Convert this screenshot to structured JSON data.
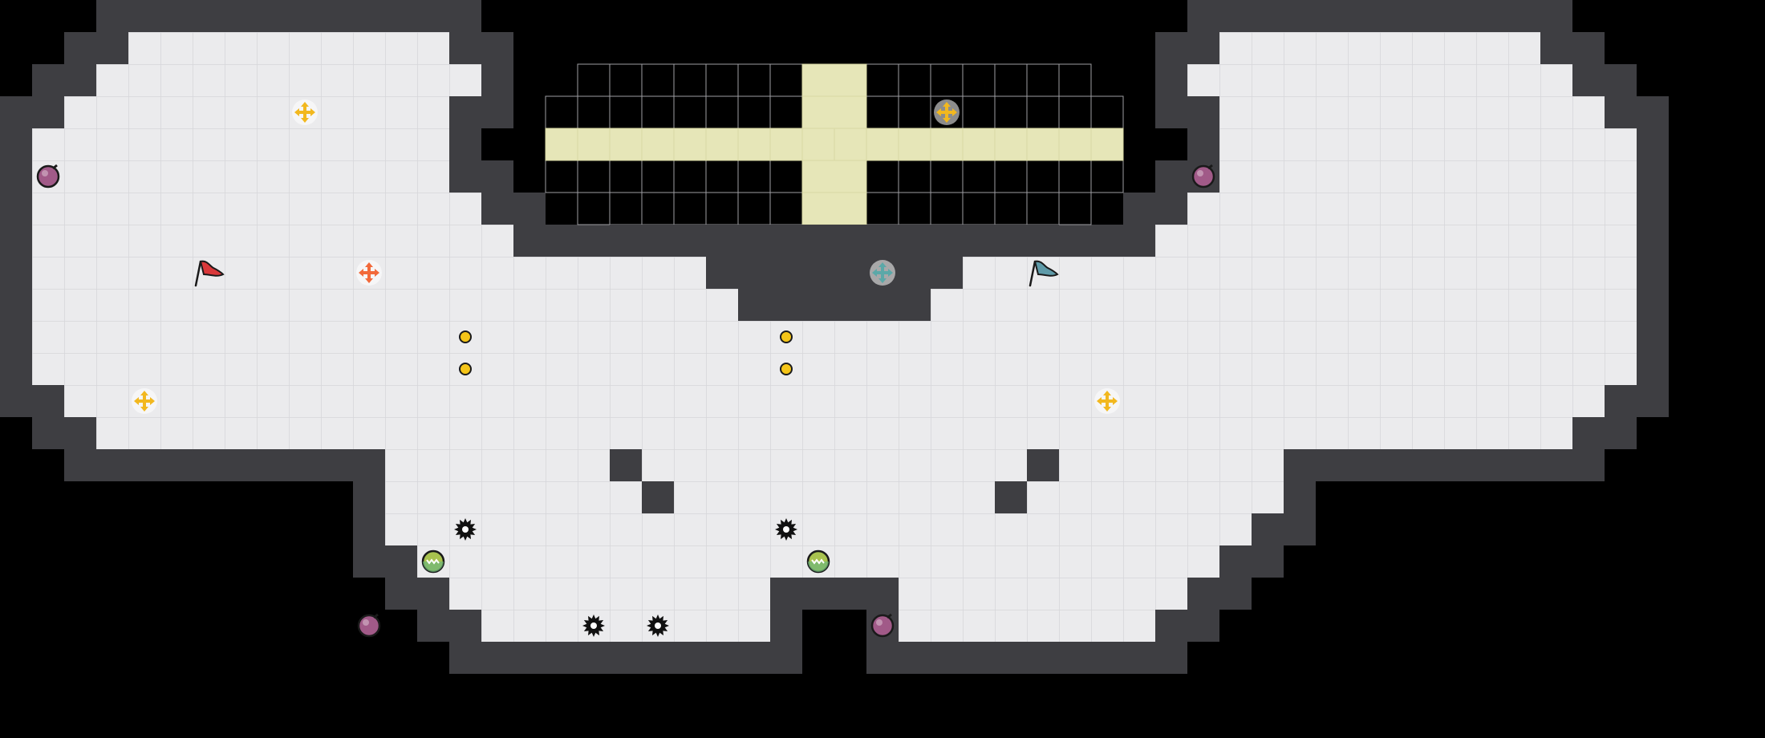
{
  "map": {
    "floor_color": "#ebebed",
    "grid_color": "#d6d6da",
    "wall_color": "#3e3e42",
    "wall_edge_color": "#2c2c30",
    "background_color": "#000000",
    "mesh_color": "#8a8a8e",
    "mesh_dot_color": "#6c6c70",
    "lane_color": "#e6e6b8"
  },
  "pickups": [
    {
      "name": "yellow-cross-spawn-icon",
      "color": "#f2b81f",
      "icon": "cross-arrows"
    },
    {
      "name": "orange-cross-spawn-icon",
      "color": "#f2693a",
      "icon": "cross-arrows"
    },
    {
      "name": "teal-cross-spawn-icon",
      "color": "#5ba8a8",
      "icon": "cross-arrows"
    },
    {
      "name": "purple-bomb-icon",
      "color": "#a15a88",
      "icon": "bomb"
    },
    {
      "name": "green-shield-orb-icon",
      "color": "#a8c24e",
      "icon": "orb"
    },
    {
      "name": "gold-coin-icon",
      "color": "#f5c518",
      "icon": "coin"
    },
    {
      "name": "spike-mine-icon",
      "color": "#111111",
      "icon": "gear"
    }
  ],
  "flags": [
    {
      "team": "red",
      "color": "#d9383a"
    },
    {
      "team": "blue",
      "color": "#5e9aa8"
    }
  ]
}
